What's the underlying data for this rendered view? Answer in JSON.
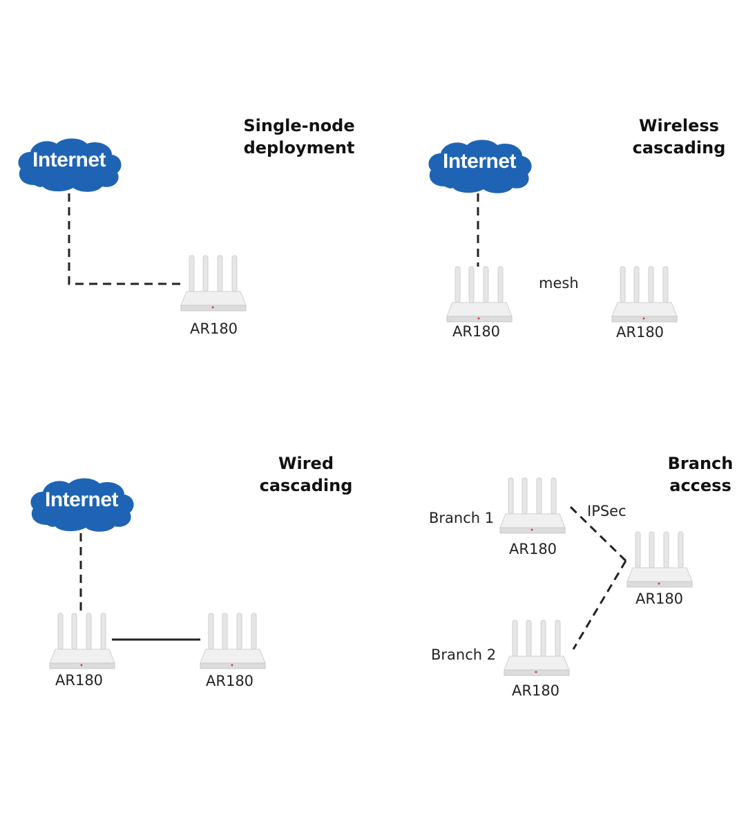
{
  "panels": {
    "single": {
      "title": "Single-node\ndeployment",
      "cloud": "Internet",
      "router_label": "AR180"
    },
    "wireless": {
      "title": "Wireless\ncascading",
      "cloud": "Internet",
      "router1_label": "AR180",
      "router2_label": "AR180",
      "link_label": "mesh"
    },
    "wired": {
      "title": "Wired\ncascading",
      "cloud": "Internet",
      "router1_label": "AR180",
      "router2_label": "AR180"
    },
    "branch": {
      "title": "Branch\naccess",
      "branch1_label": "Branch 1",
      "branch2_label": "Branch 2",
      "router1_label": "AR180",
      "router2_label": "AR180",
      "hub_label": "AR180",
      "link_label": "IPSec"
    }
  },
  "colors": {
    "cloud": "#1f64b4",
    "router_body": "#eeeeee",
    "antenna": "#e4e4e4",
    "line": "#222222"
  },
  "icons": [
    "cloud-icon",
    "router-icon"
  ]
}
